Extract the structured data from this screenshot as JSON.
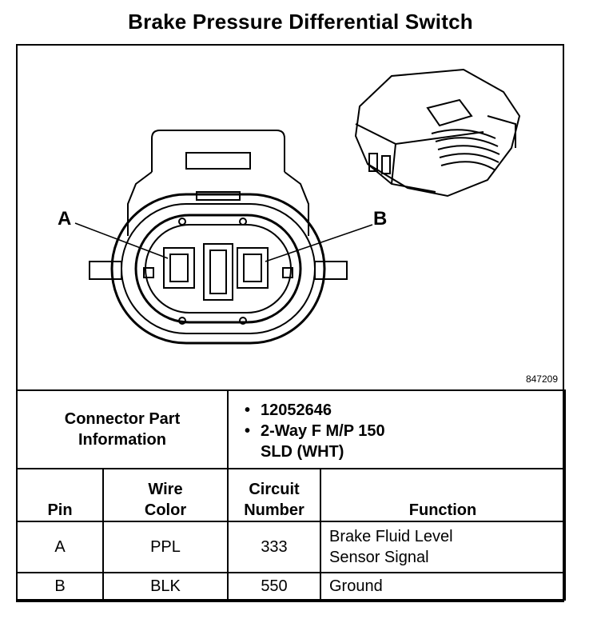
{
  "title": "Brake Pressure Differential Switch",
  "figure_id": "847209",
  "pin_labels": {
    "a": "A",
    "b": "B"
  },
  "connector_info": {
    "label_line1": "Connector Part",
    "label_line2": "Information",
    "part_number": "12052646",
    "desc_line1": "2-Way F M/P 150",
    "desc_line2": "SLD (WHT)"
  },
  "headers": {
    "pin": "Pin",
    "wire_color_1": "Wire",
    "wire_color_2": "Color",
    "circuit_1": "Circuit",
    "circuit_2": "Number",
    "function": "Function"
  },
  "rows": [
    {
      "pin": "A",
      "color": "PPL",
      "circuit": "333",
      "function_1": "Brake Fluid Level",
      "function_2": "Sensor Signal"
    },
    {
      "pin": "B",
      "color": "BLK",
      "circuit": "550",
      "function_1": "Ground",
      "function_2": ""
    }
  ]
}
